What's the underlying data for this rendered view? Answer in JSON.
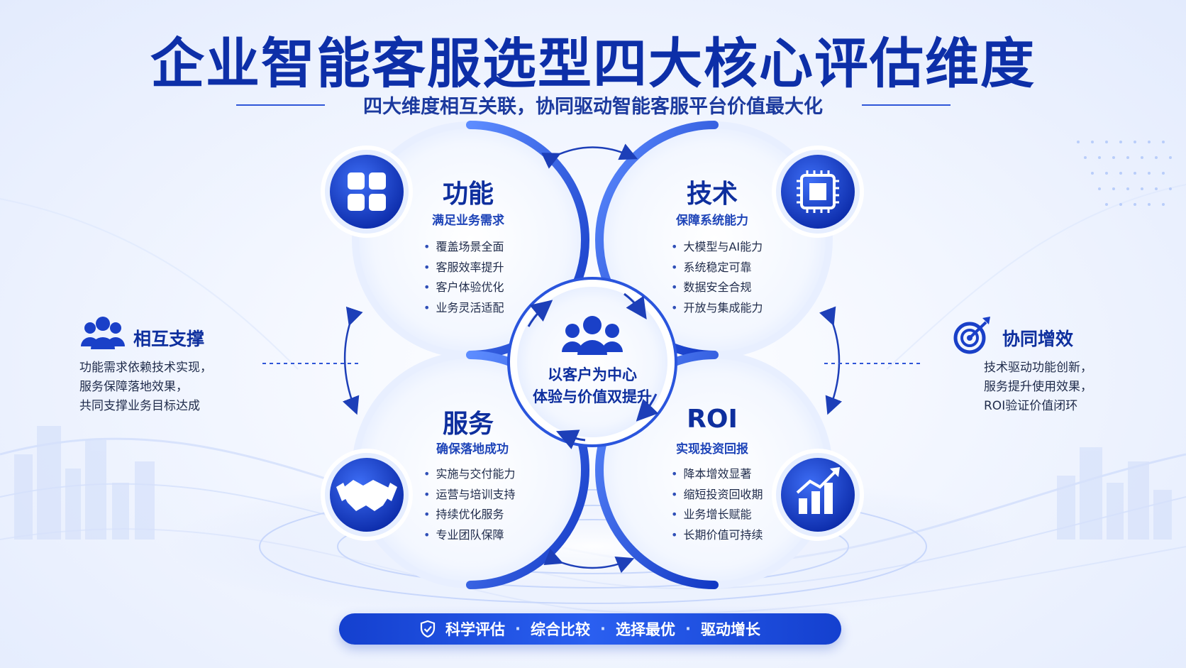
{
  "title": "企业智能客服选型四大核心评估维度",
  "subtitle": "四大维度相互关联，协同驱动智能客服平台价值最大化",
  "center": {
    "line1": "以客户为中心",
    "line2": "体验与价值双提升"
  },
  "quadrants": [
    {
      "title": "功能",
      "subtitle": "满足业务需求",
      "items": [
        "覆盖场景全面",
        "客服效率提升",
        "客户体验优化",
        "业务灵活适配"
      ],
      "icon": "grid-apps-icon"
    },
    {
      "title": "技术",
      "subtitle": "保障系统能力",
      "items": [
        "大模型与AI能力",
        "系统稳定可靠",
        "数据安全合规",
        "开放与集成能力"
      ],
      "icon": "chip-icon"
    },
    {
      "title": "服务",
      "subtitle": "确保落地成功",
      "items": [
        "实施与交付能力",
        "运营与培训支持",
        "持续优化服务",
        "专业团队保障"
      ],
      "icon": "handshake-icon"
    },
    {
      "title": "ROI",
      "subtitle": "实现投资回报",
      "items": [
        "降本增效显著",
        "缩短投资回收期",
        "业务增长赋能",
        "长期价值可持续"
      ],
      "icon": "growth-chart-icon"
    }
  ],
  "left_panel": {
    "title": "相互支撑",
    "lines": [
      "功能需求依赖技术实现，",
      "服务保障落地效果，",
      "共同支撑业务目标达成"
    ],
    "icon": "team-icon"
  },
  "right_panel": {
    "title": "协同增效",
    "lines": [
      "技术驱动功能创新，",
      "服务提升使用效果，",
      "ROI验证价值闭环"
    ],
    "icon": "target-icon"
  },
  "bottom_bar": {
    "items": [
      "科学评估",
      "综合比较",
      "选择最优",
      "驱动增长"
    ],
    "separator": "·",
    "icon": "shield-check-icon"
  },
  "colors": {
    "primary": "#1440cf",
    "dark": "#0d2fa8",
    "light": "#e3ebfd"
  }
}
